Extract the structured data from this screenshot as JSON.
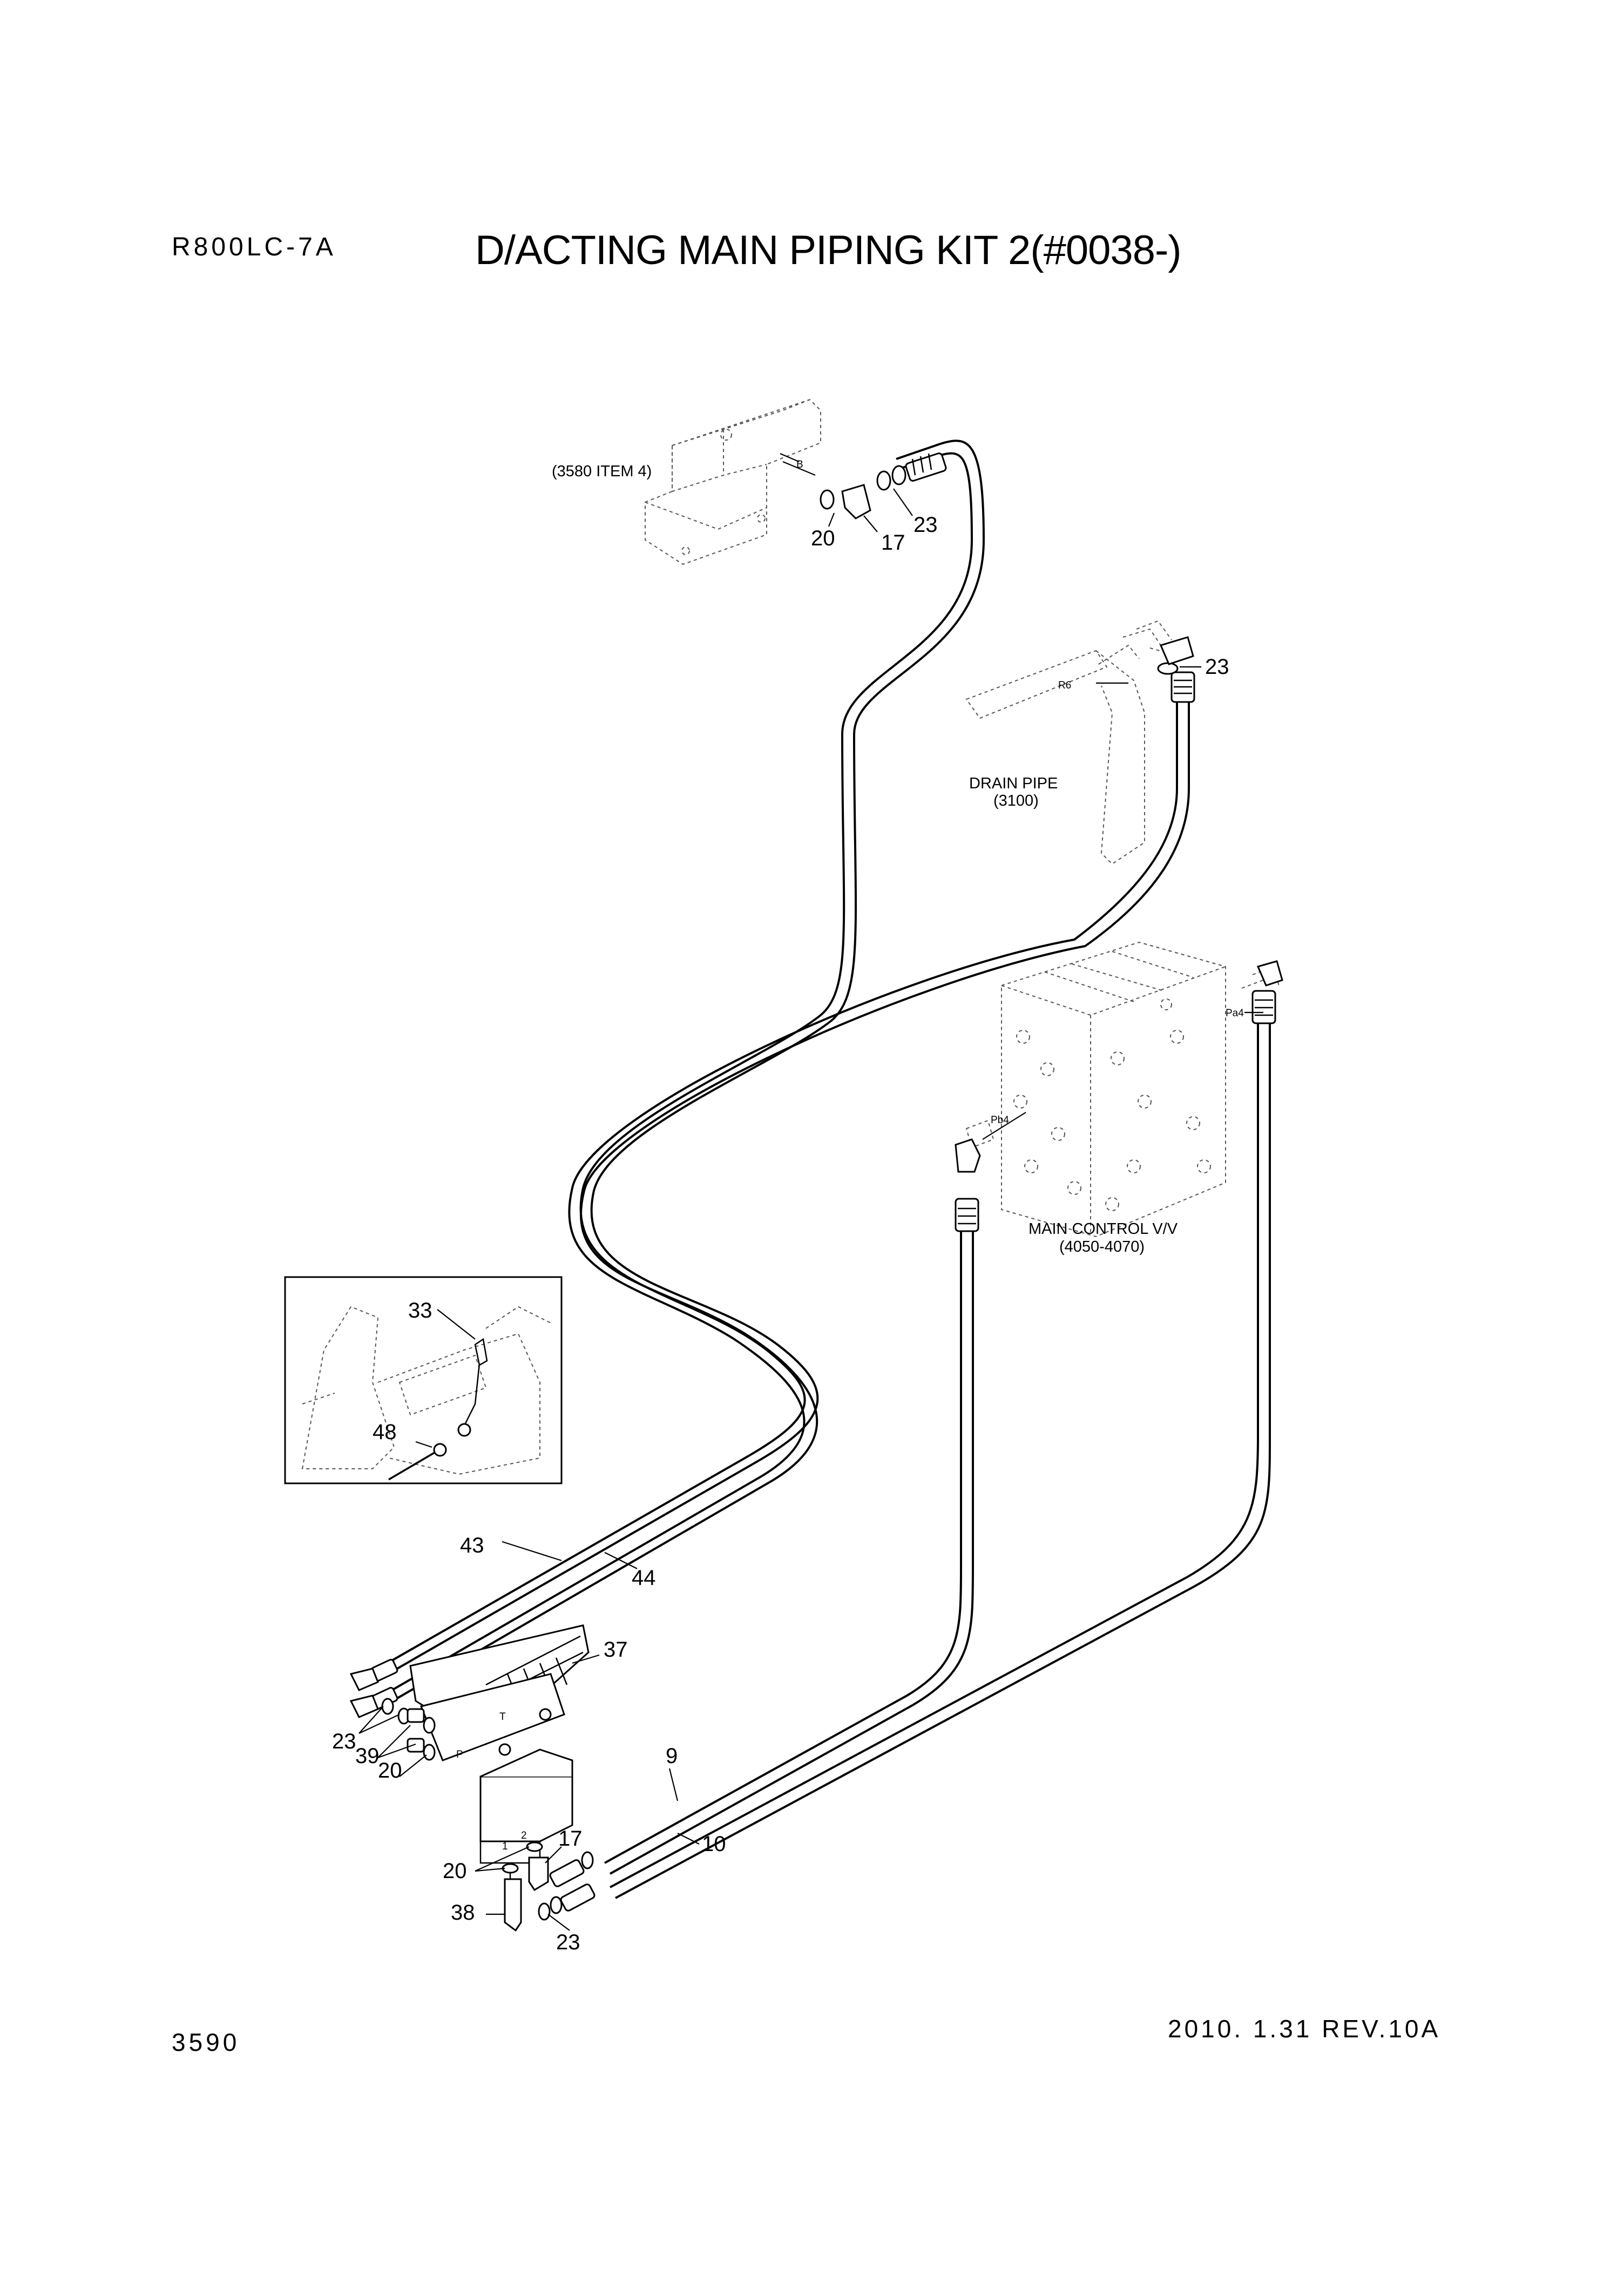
{
  "header": {
    "model": "R800LC-7A",
    "title": "D/ACTING MAIN PIPING KIT 2(#0038-)"
  },
  "footer": {
    "page_number": "3590",
    "revision": "2010. 1.31  REV.10A"
  },
  "references": {
    "item_3580": "(3580 ITEM 4)",
    "drain_pipe": "DRAIN PIPE",
    "drain_pipe_no": "(3100)",
    "main_control": "MAIN CONTROL V/V",
    "main_control_no": "(4050-4070)"
  },
  "ports": {
    "b": "B",
    "r6": "R6",
    "pa4": "Pa4",
    "pb4": "Pb4",
    "t": "T",
    "p": "P",
    "one": "1",
    "two": "2"
  },
  "callouts": {
    "c20_top": "20",
    "c17_top": "17",
    "c23_top": "23",
    "c23_drain": "23",
    "c33": "33",
    "c48": "48",
    "c43": "43",
    "c44": "44",
    "c37": "37",
    "c23_left": "23",
    "c39": "39",
    "c20_left": "20",
    "c9": "9",
    "c10": "10",
    "c17_bottom": "17",
    "c20_bottom": "20",
    "c38": "38",
    "c23_bottom": "23"
  }
}
